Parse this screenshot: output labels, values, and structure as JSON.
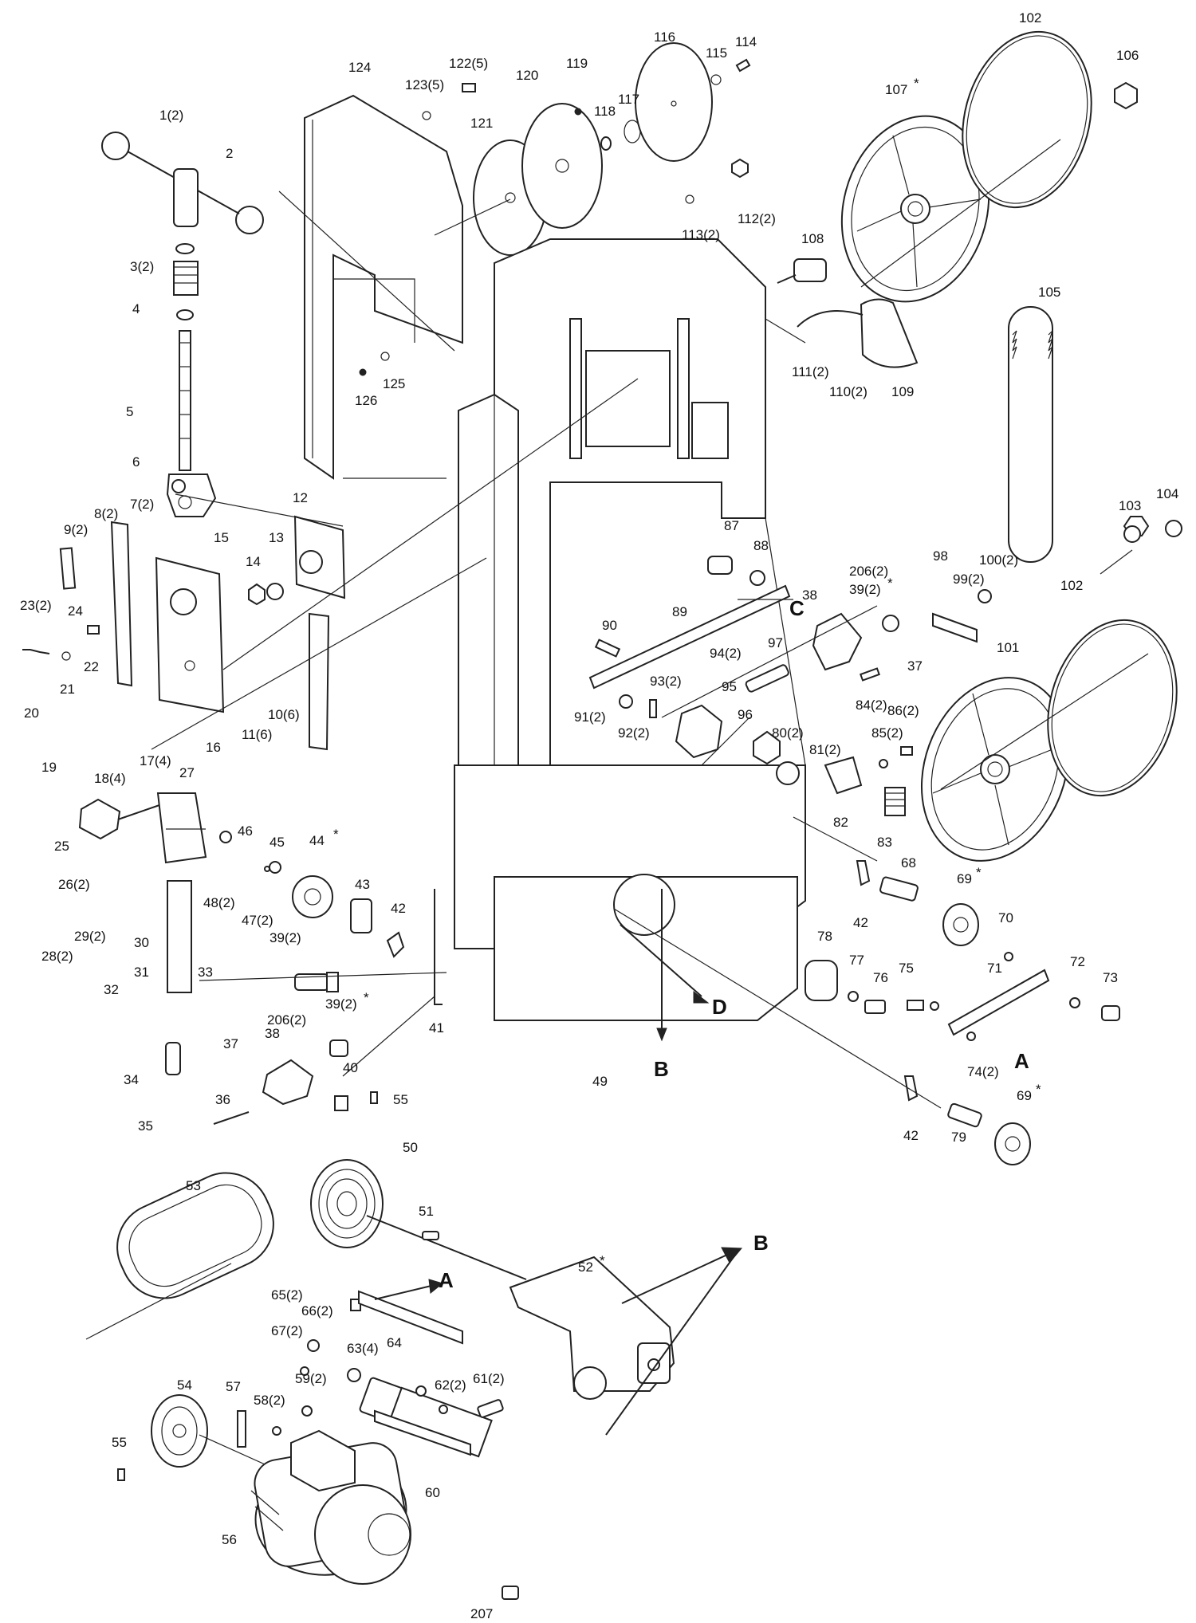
{
  "diagram": {
    "labels": {
      "p1": "1(2)",
      "p2": "2",
      "p3": "3(2)",
      "p4": "4",
      "p5": "5",
      "p6": "6",
      "p7": "7(2)",
      "p8": "8(2)",
      "p9": "9(2)",
      "p10": "10(6)",
      "p11": "11(6)",
      "p12": "12",
      "p13": "13",
      "p14": "14",
      "p15": "15",
      "p16": "16",
      "p17": "17(4)",
      "p18": "18(4)",
      "p19": "19",
      "p20": "20",
      "p21": "21",
      "p22": "22",
      "p23": "23(2)",
      "p24": "24",
      "p25": "25",
      "p26": "26(2)",
      "p27": "27",
      "p28": "28(2)",
      "p29": "29(2)",
      "p30": "30",
      "p31": "31",
      "p32": "32",
      "p33": "33",
      "p34": "34",
      "p35": "35",
      "p36": "36",
      "p37a": "37",
      "p37b": "37",
      "p38a": "38",
      "p38b": "38",
      "p39a": "39(2)",
      "p39b": "39(2)",
      "p39c": "39(2)",
      "p40": "40",
      "p41": "41",
      "p42a": "42",
      "p42b": "42",
      "p42c": "42",
      "p43": "43",
      "p44": "44",
      "p45": "45",
      "p46": "46",
      "p47": "47(2)",
      "p48": "48(2)",
      "p49": "49",
      "p50": "50",
      "p51": "51",
      "p52": "52",
      "p53": "53",
      "p54": "54",
      "p55a": "55",
      "p55b": "55",
      "p56": "56",
      "p57": "57",
      "p58": "58(2)",
      "p59": "59(2)",
      "p60": "60",
      "p61": "61(2)",
      "p62": "62(2)",
      "p63": "63(4)",
      "p64": "64",
      "p65": "65(2)",
      "p66": "66(2)",
      "p67": "67(2)",
      "p68": "68",
      "p69a": "69",
      "p69b": "69",
      "p70": "70",
      "p71": "71",
      "p72": "72",
      "p73": "73",
      "p74": "74(2)",
      "p75": "75",
      "p76": "76",
      "p77": "77",
      "p78": "78",
      "p79": "79",
      "p80": "80(2)",
      "p81": "81(2)",
      "p82": "82",
      "p83": "83",
      "p84": "84(2)",
      "p85": "85(2)",
      "p86": "86(2)",
      "p87": "87",
      "p88": "88",
      "p89": "89",
      "p90": "90",
      "p91": "91(2)",
      "p92": "92(2)",
      "p93": "93(2)",
      "p94": "94(2)",
      "p95": "95",
      "p96": "96",
      "p97": "97",
      "p98": "98",
      "p99": "99(2)",
      "p100": "100(2)",
      "p101": "101",
      "p102a": "102",
      "p102b": "102",
      "p103": "103",
      "p104": "104",
      "p105": "105",
      "p106": "106",
      "p107": "107",
      "p108": "108",
      "p109": "109",
      "p110": "110(2)",
      "p111": "111(2)",
      "p112": "112(2)",
      "p113": "113(2)",
      "p114": "114",
      "p115": "115",
      "p116": "116",
      "p117": "117",
      "p118": "118",
      "p119": "119",
      "p120": "120",
      "p121": "121",
      "p122": "122(5)",
      "p123": "123(5)",
      "p124": "124",
      "p125": "125",
      "p126": "126",
      "p206a": "206(2)",
      "p206b": "206(2)",
      "p207": "207"
    },
    "asterisk": "*",
    "reference_letters": {
      "a1": "A",
      "a2": "A",
      "b1": "B",
      "b2": "B",
      "c": "C",
      "d": "D"
    }
  }
}
